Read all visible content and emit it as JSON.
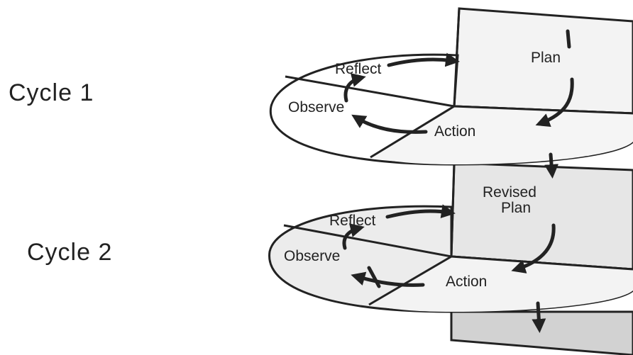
{
  "cycles": [
    {
      "label": "Cycle 1",
      "plan": "Plan",
      "action": "Action",
      "observe": "Observe",
      "reflect": "Reflect"
    },
    {
      "label": "Cycle 2",
      "plan_line1": "Revised",
      "plan_line2": "Plan",
      "action": "Action",
      "observe": "Observe",
      "reflect": "Reflect"
    }
  ],
  "colors": {
    "ink": "#222222",
    "panel_light": "#f3f3f3",
    "panel_mid": "#e6e6e6",
    "panel_dark": "#d2d2d2",
    "disk_fill": "#ececec"
  }
}
